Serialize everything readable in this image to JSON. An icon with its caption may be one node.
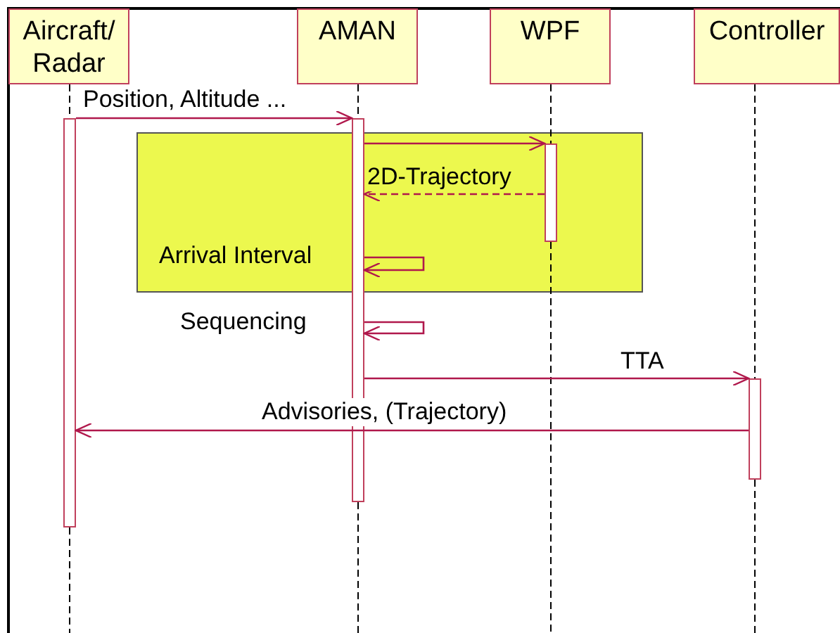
{
  "diagram": {
    "nodes": [
      {
        "text": [
          "Aircraft/ Radar"
        ]
      },
      {
        "text": [
          "AMAN"
        ]
      },
      {
        "text": [
          "WPF"
        ]
      },
      {
        "text": [
          "Controller"
        ]
      },
      {
        "text": [],
        "shape": "bar"
      },
      {
        "text": [],
        "shape": "bar"
      },
      {
        "text": [],
        "shape": "bar"
      },
      {
        "text": [],
        "shape": "bar"
      }
    ],
    "edges": [
      {
        "from": 0,
        "to": 4,
        "arrow": "none",
        "style": "dashed"
      },
      {
        "from": 1,
        "to": 5,
        "arrow": "none",
        "style": "dashed"
      },
      {
        "from": 2,
        "to": 6,
        "arrow": "none",
        "style": "dashed"
      },
      {
        "from": 3,
        "to": 7,
        "arrow": "none",
        "style": "dashed"
      },
      {
        "from": 4,
        "to": null,
        "arrow": "none",
        "style": "dashed"
      },
      {
        "from": 5,
        "to": null,
        "arrow": "none",
        "style": "dashed"
      },
      {
        "from": 6,
        "to": null,
        "arrow": "none",
        "style": "dashed"
      },
      {
        "from": 7,
        "to": null,
        "arrow": "none",
        "style": "dashed"
      },
      {
        "from": 4,
        "to": 5,
        "arrow": "to",
        "label": "Position, Altitude ...",
        "color": "#b0184c"
      },
      {
        "from": 5,
        "to": 6,
        "arrow": "to",
        "color": "#b0184c"
      },
      {
        "from": 6,
        "to": 5,
        "arrow": "to",
        "label": "2D-Trajectory",
        "style": "dashed",
        "color": "#b0184c"
      },
      {
        "from": 5,
        "to": 5,
        "arrow": "to",
        "label": "Arrival Interval",
        "color": "#b0184c"
      },
      {
        "from": 5,
        "to": 5,
        "arrow": "to",
        "label": "Sequencing",
        "color": "#b0184c"
      },
      {
        "from": 5,
        "to": 7,
        "arrow": "to",
        "label": "TTA",
        "color": "#b0184c"
      },
      {
        "from": 7,
        "to": 4,
        "arrow": "to",
        "label": "Advisories, (Trajectory)",
        "color": "#b0184c"
      }
    ]
  }
}
